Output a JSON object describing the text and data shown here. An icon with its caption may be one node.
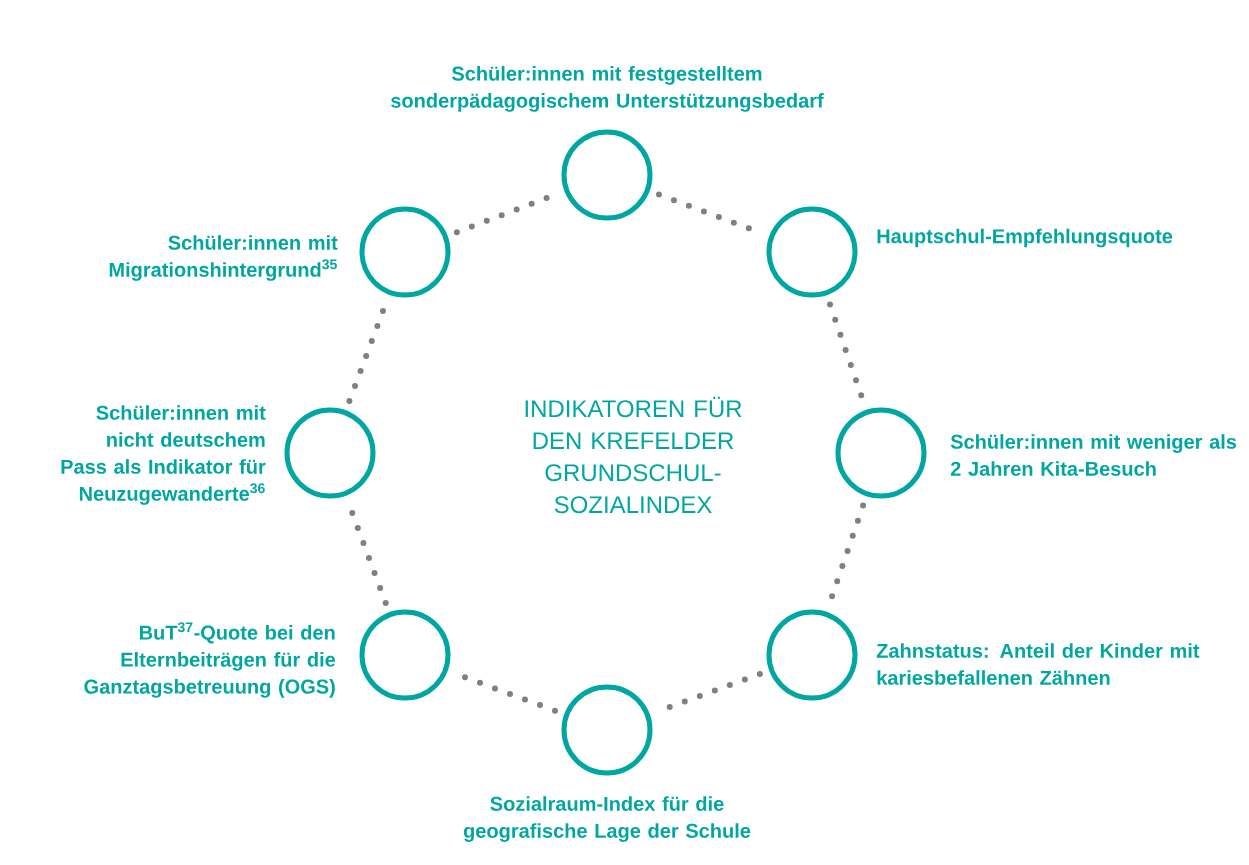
{
  "diagram": {
    "nodes": [
      {
        "text": [],
        "shape": "circle",
        "beside": [
          "Schüler:innen mit festgestelltem sonderpädagogischem Unterstützungsbedarf"
        ]
      },
      {
        "text": [],
        "shape": "circle",
        "beside": [
          "Schüler:innen mit Migrationshintergrund$^{35}$"
        ]
      },
      {
        "text": [],
        "shape": "circle",
        "beside": [
          "Hauptschul-Empfehlungsquote"
        ]
      },
      {
        "text": [],
        "shape": "circle",
        "beside": [
          "Schüler:innen mit nicht deutschem Pass als Indikator für Neuzugewanderte$^{36}$"
        ]
      },
      {
        "text": [],
        "shape": "circle",
        "beside": [
          "Schüler:innen mit weniger als 2 Jahren Kita-Besuch"
        ]
      },
      {
        "text": [],
        "shape": "circle",
        "beside": [
          "BuT$^{37}$-Quote bei den Elternbeiträgen für die Ganztagsbetreuung (OGS)"
        ]
      },
      {
        "text": [],
        "shape": "circle",
        "beside": [
          "Zahnstatus: Anteil der Kinder mit kariesbefallenen Zähnen"
        ]
      },
      {
        "text": [],
        "shape": "circle",
        "beside": [
          "Sozialraum-Index für die geografische Lage der Schule"
        ]
      }
    ],
    "edges": [
      {
        "from": 0,
        "to": 2,
        "arrow": "none"
      },
      {
        "from": 2,
        "to": 4,
        "arrow": "none"
      },
      {
        "from": 4,
        "to": 6,
        "arrow": "none"
      },
      {
        "from": 6,
        "to": 7,
        "arrow": "none"
      },
      {
        "from": 7,
        "to": 5,
        "arrow": "none"
      },
      {
        "from": 5,
        "to": 3,
        "arrow": "none"
      },
      {
        "from": 3,
        "to": 1,
        "arrow": "none"
      },
      {
        "from": 1,
        "to": 0,
        "arrow": "none"
      }
    ],
    "labels": [
      "INDIKATOREN FÜR DEN KREFELDER GRUNDSCHUL- SOZIALINDEX"
    ]
  }
}
